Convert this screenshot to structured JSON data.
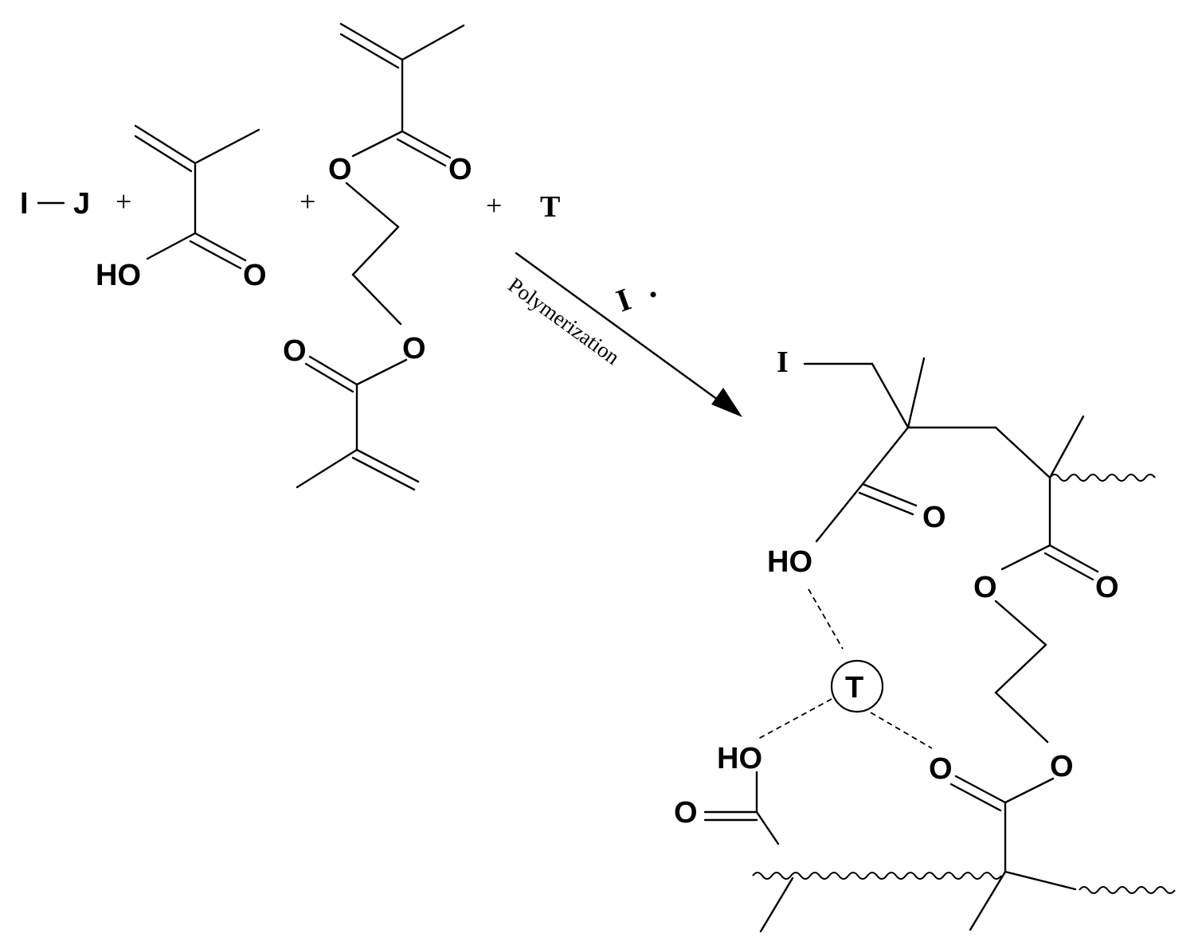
{
  "reactants": {
    "initiator": {
      "left": "I",
      "right": "J"
    },
    "monomer_1": {
      "hydroxyl": "HO",
      "carbonyl": "O"
    },
    "monomer_2": {
      "ester_o_top": "O",
      "carbonyl_top": "O",
      "ester_o_bottom": "O",
      "carbonyl_bottom": "O"
    },
    "template": "T",
    "plus_signs": [
      "+",
      "+",
      "+"
    ]
  },
  "arrow": {
    "above_label": "I",
    "below_label": "Polymerization"
  },
  "product": {
    "end_group": "I",
    "carboxyl_carbonyl": "O",
    "carboxyl_hydroxyl": "HO",
    "ester_o_upper": "O",
    "ester_carbonyl_upper": "O",
    "template_circle": "T",
    "second_acid_hydroxyl": "HO",
    "second_acid_carbonyl": "O",
    "ester_carbonyl_lower": "O",
    "ester_o_lower": "O"
  },
  "colors": {
    "ink": "#000000",
    "background": "#ffffff"
  }
}
